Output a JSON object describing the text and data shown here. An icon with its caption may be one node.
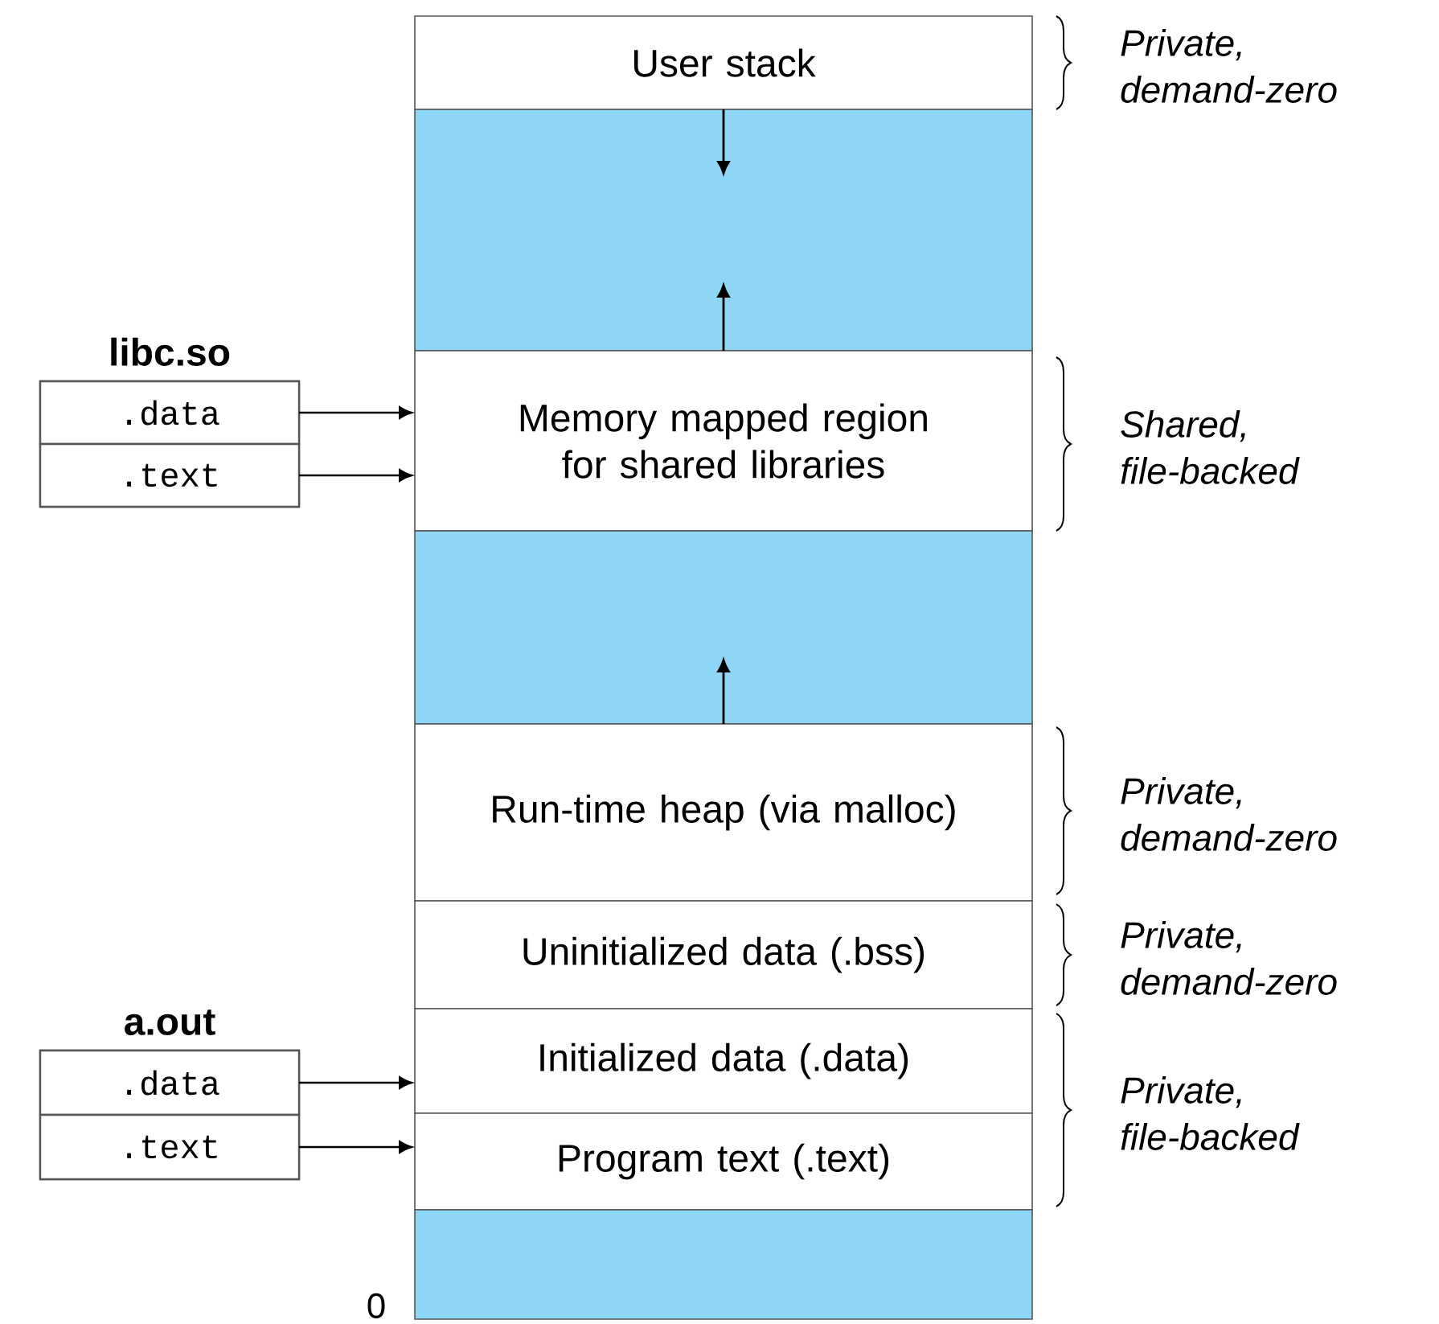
{
  "diagram": {
    "nodes": [
      {
        "text": [
          "User stack"
        ]
      },
      {
        "text": [],
        "shape": "box"
      },
      {
        "text": [
          "libc.so"
        ]
      },
      {
        "text": [
          ".data"
        ],
        "in": 2
      },
      {
        "text": [
          ".text"
        ],
        "in": 2
      },
      {
        "text": [
          "Memory mapped region for shared libraries"
        ]
      },
      {
        "text": [],
        "shape": "box"
      },
      {
        "text": [
          "Run-time heap (via malloc)"
        ]
      },
      {
        "text": [
          "Uninitialized data (.bss)"
        ]
      },
      {
        "text": [
          "a.out"
        ]
      },
      {
        "text": [
          ".data"
        ],
        "in": 9
      },
      {
        "text": [
          ".text"
        ],
        "in": 9
      },
      {
        "text": [
          "Initialized data (.data)"
        ]
      },
      {
        "text": [
          "Program text (.text)"
        ]
      },
      {
        "text": [],
        "shape": "box"
      }
    ],
    "edges": [
      {
        "from": 3,
        "to": 5,
        "arrow": "to"
      },
      {
        "from": 4,
        "to": 5,
        "arrow": "to"
      },
      {
        "from": 10,
        "to": 12,
        "arrow": "to"
      },
      {
        "from": 11,
        "to": 13,
        "arrow": "to"
      }
    ],
    "labels": [
      "Private, demand-zero",
      "Shared, file-backed",
      "Private, demand-zero",
      "Private, demand-zero",
      "Private, file-backed",
      "0"
    ]
  }
}
